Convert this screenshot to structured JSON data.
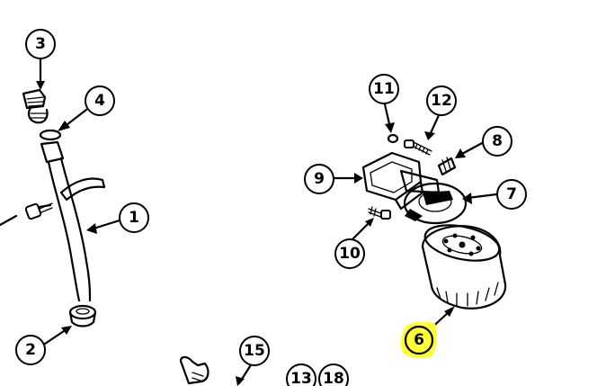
{
  "colors": {
    "ink": "#000000",
    "paper": "#ffffff",
    "highlight": "#ffff33"
  },
  "callouts": {
    "c1": "1",
    "c2": "2",
    "c3": "3",
    "c4": "4",
    "c6": "6",
    "c7": "7",
    "c8": "8",
    "c9": "9",
    "c10": "10",
    "c11": "11",
    "c12": "12",
    "c13": "13",
    "c15": "15",
    "c18": "18"
  },
  "highlighted_callout": "6"
}
